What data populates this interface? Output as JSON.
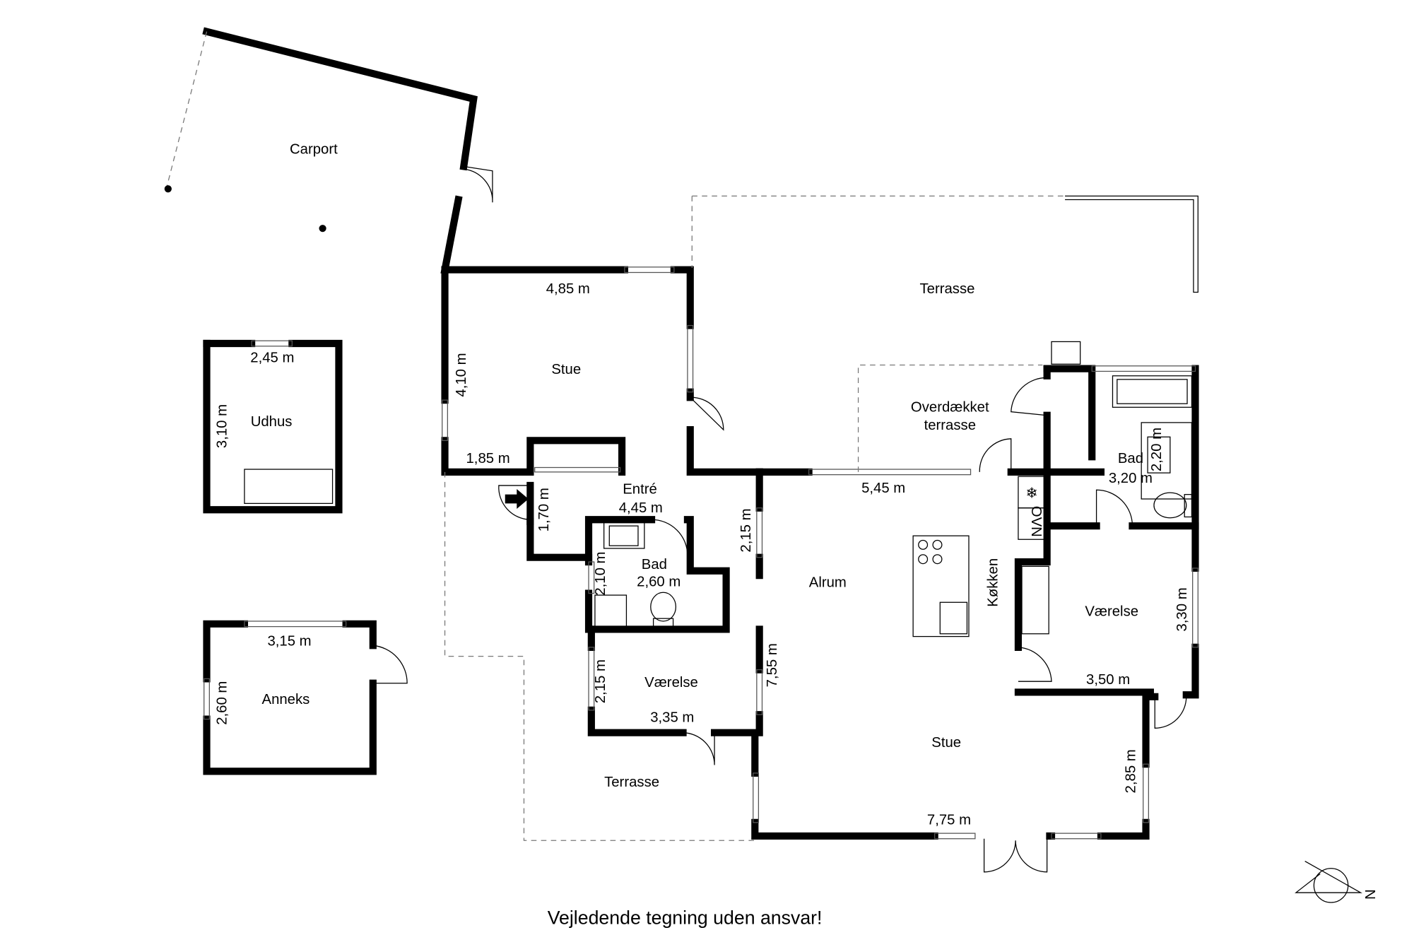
{
  "rooms": {
    "carport": "Carport",
    "udhus": "Udhus",
    "anneks": "Anneks",
    "stue_left": "Stue",
    "terrasse_top": "Terrasse",
    "overdaekket_1": "Overdækket",
    "overdaekket_2": "terrasse",
    "entre": "Entré",
    "bad_left": "Bad",
    "bad_right": "Bad",
    "alrum": "Alrum",
    "kokken": "Køkken",
    "vaerelse_left": "Værelse",
    "vaerelse_right": "Værelse",
    "stue_main": "Stue",
    "terrasse_bottom": "Terrasse"
  },
  "dimensions": {
    "udhus_w": "2,45 m",
    "udhus_h": "3,10 m",
    "anneks_w": "3,15 m",
    "anneks_h": "2,60 m",
    "stue_w": "4,85 m",
    "stue_h": "4,10 m",
    "entre_a": "1,85 m",
    "entre_b": "1,70 m",
    "entre_w": "4,45 m",
    "bad_left_w": "2,60 m",
    "bad_left_h": "2,10 m",
    "hall_h": "2,15 m",
    "terrace_w": "5,45 m",
    "vaerelse_left_w": "3,35 m",
    "vaerelse_left_h": "2,15 m",
    "alrum_h": "7,55 m",
    "stue_main_w": "7,75 m",
    "stue_main_h": "2,85 m",
    "bad_right_w": "3,20 m",
    "bad_right_h": "2,20 m",
    "vaerelse_right_w": "3,50 m",
    "vaerelse_right_h": "3,30 m"
  },
  "appliances": {
    "oven": "OVN",
    "freezer_icon": "snowflake"
  },
  "compass": {
    "label": "N"
  },
  "footer": "Vejledende tegning uden ansvar!"
}
